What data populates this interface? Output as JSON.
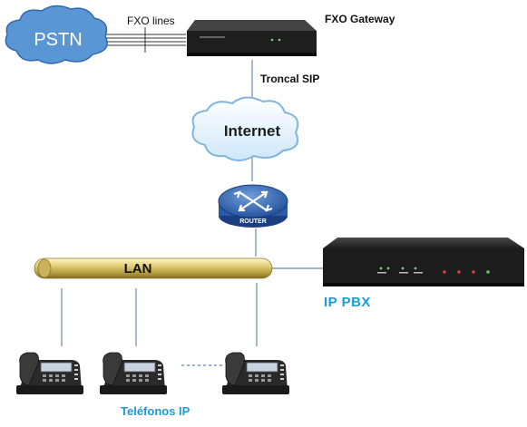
{
  "nodes": {
    "pstn": {
      "label": "PSTN"
    },
    "fxo_gateway": {
      "label": "FXO Gateway"
    },
    "internet": {
      "label": "Internet"
    },
    "router": {
      "label": "ROUTER"
    },
    "lan": {
      "label": "LAN"
    },
    "ip_pbx": {
      "label": "IP PBX"
    },
    "ip_phones": {
      "label": "Teléfonos IP"
    }
  },
  "links": {
    "fxo_lines": {
      "label": "FXO lines"
    },
    "sip_trunk": {
      "label": "Troncal SIP"
    }
  },
  "colors": {
    "cloud_fill": "#5b96d4",
    "internet_fill": "#e6f3fc",
    "label_accent": "#1f9ad6",
    "lan_bar": "#d8c160",
    "device_body": "#1e1e1e"
  }
}
